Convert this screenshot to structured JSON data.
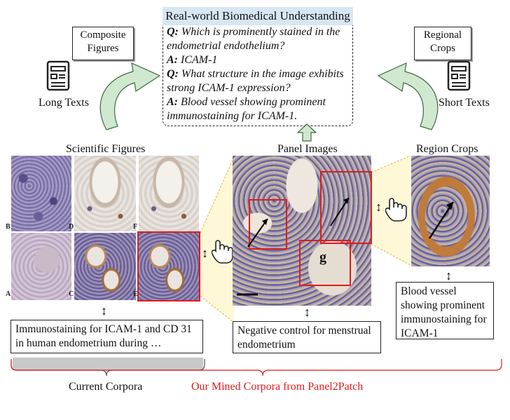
{
  "qa": {
    "title": "Real-world Biomedical Understanding",
    "q1_prefix": "Q:",
    "q1": "Which is prominently stained in the endometrial endothelium?",
    "a1_prefix": "A:",
    "a1": "ICAM-1",
    "q2_prefix": "Q:",
    "q2": "What structure in the image exhibits strong ICAM-1 expression?",
    "a2_prefix": "A:",
    "a2": "Blood vessel showing prominent immunostaining for ICAM-1."
  },
  "left_label": {
    "title": "Composite Figures",
    "texts": "Long Texts"
  },
  "right_label": {
    "title": "Regional Crops",
    "texts": "Short Texts"
  },
  "sections": {
    "scientific_figures": "Scientific Figures",
    "panel_images": "Panel Images",
    "region_crops": "Region Crops"
  },
  "panel_letters": [
    "B",
    "D",
    "F",
    "A",
    "C",
    "E"
  ],
  "big_panel_letter": "g",
  "captions": {
    "figure": "Immunostaining for ICAM-1 and CD 31 in human endometrium during …",
    "panel": "Negative control for menstrual endometrium",
    "crop": "Blood vessel showing prominent immunostaining for ICAM-1"
  },
  "bottom": {
    "current": "Current Corpora",
    "mined": "Our Mined Corpora from Panel2Patch"
  },
  "colors": {
    "accent_red": "#e01b1b",
    "arrow_green": "#cfe8cf",
    "title_blue": "#d8e6f3",
    "highlight_yellow": "#fff8d6"
  },
  "icons": [
    "document-icon",
    "document-icon",
    "hand-pointer-icon",
    "hand-pointer-icon",
    "up-down-arrow-icon"
  ]
}
